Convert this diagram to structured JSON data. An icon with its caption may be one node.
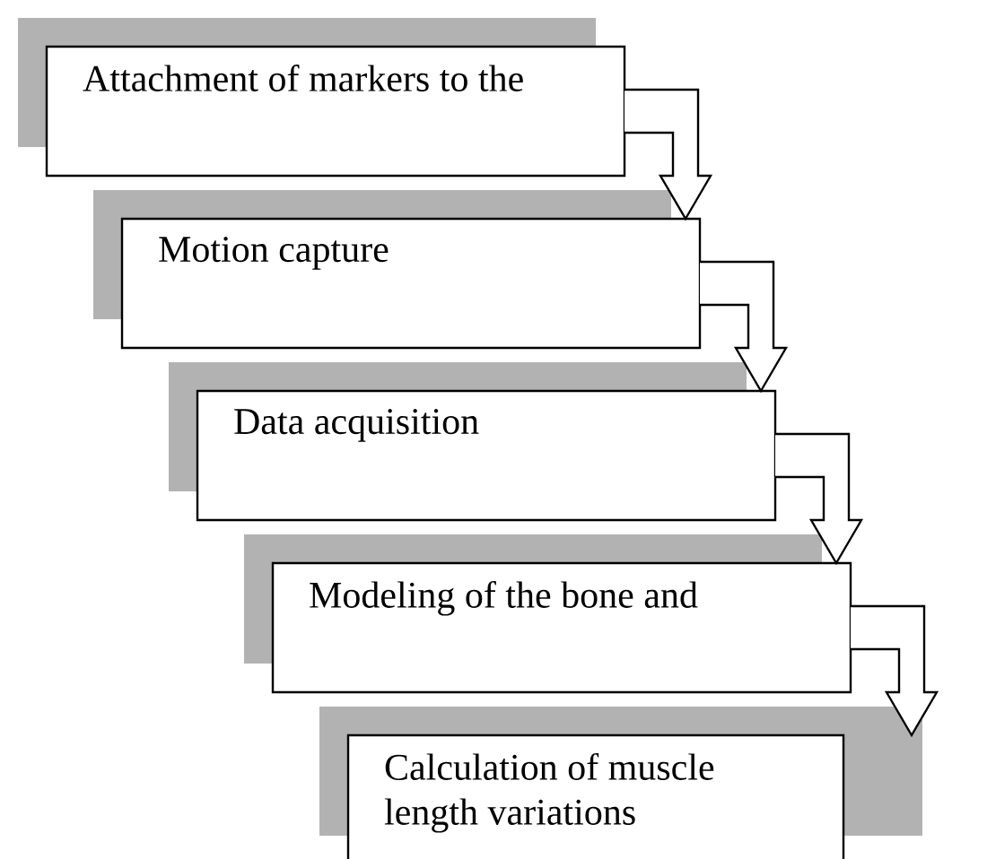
{
  "diagram": {
    "nodes": [
      {
        "text": [
          "Attachment of markers to the"
        ]
      },
      {
        "text": [
          "Motion capture"
        ]
      },
      {
        "text": [
          "Data acquisition"
        ]
      },
      {
        "text": [
          "Modeling of the bone and"
        ]
      },
      {
        "text": [
          "Calculation of muscle length variations"
        ]
      }
    ],
    "edges": [
      {
        "from": 0,
        "to": 1,
        "arrow": "to"
      },
      {
        "from": 1,
        "to": 2,
        "arrow": "to"
      },
      {
        "from": 2,
        "to": 3,
        "arrow": "to"
      },
      {
        "from": 3,
        "to": 4,
        "arrow": "to"
      }
    ]
  }
}
